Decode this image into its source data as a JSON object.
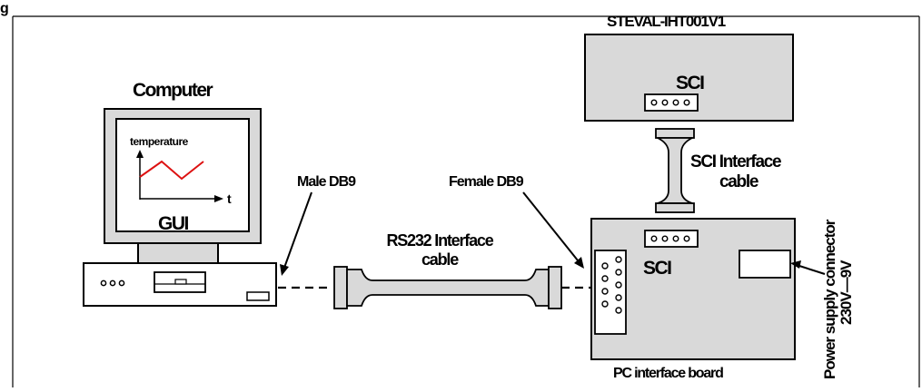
{
  "figure": {
    "caption_fragment": "g"
  },
  "computer": {
    "title": "Computer",
    "screen_axis_label": "temperature",
    "screen_time_label": "t",
    "screen_caption": "GUI"
  },
  "connectors": {
    "male": "Male DB9",
    "female": "Female DB9"
  },
  "rs232_cable": {
    "line1": "RS232 Interface",
    "line2": "cable"
  },
  "steval": {
    "title": "STEVAL-IHT001V1",
    "port_label": "SCI"
  },
  "sci_cable": {
    "line1": "SCI Interface",
    "line2": "cable"
  },
  "pc_board": {
    "port_label": "SCI",
    "caption": "PC interface board"
  },
  "power": {
    "line1": "Power supply connector",
    "line2": "230V—9V"
  },
  "colors": {
    "trend_line": "#dd1111",
    "panel_fill": "#d9d9d9",
    "screen_fill": "#d9d9d9"
  }
}
